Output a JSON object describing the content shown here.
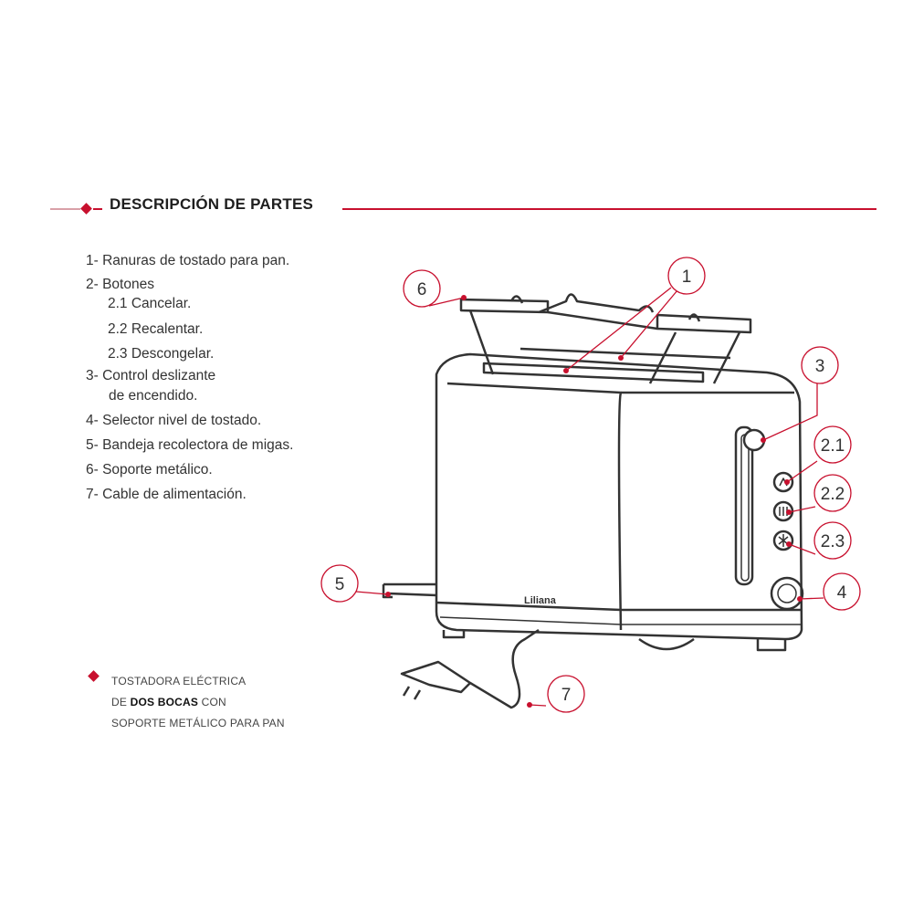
{
  "header": {
    "title": "DESCRIPCIÓN DE PARTES"
  },
  "parts": [
    "1- Ranuras de tostado para pan.",
    "2- Botones",
    "2.1 Cancelar.",
    "2.2 Recalentar.",
    "2.3 Descongelar.",
    "3- Control deslizante",
    "de encendido.",
    "4- Selector nivel de tostado.",
    "5- Bandeja recolectora de migas.",
    "6- Soporte metálico.",
    "7- Cable de alimentación."
  ],
  "note": {
    "line1": "TOSTADORA ELÉCTRICA",
    "line2_pre": "DE ",
    "line2_bold": "DOS BOCAS",
    "line2_post": " CON",
    "line3": "SOPORTE METÁLICO PARA PAN"
  },
  "brand": "Liliana",
  "callouts": [
    "1",
    "2.1",
    "2.2",
    "2.3",
    "3",
    "4",
    "5",
    "6",
    "7"
  ],
  "colors": {
    "accent": "#c8102e",
    "text": "#333333"
  }
}
